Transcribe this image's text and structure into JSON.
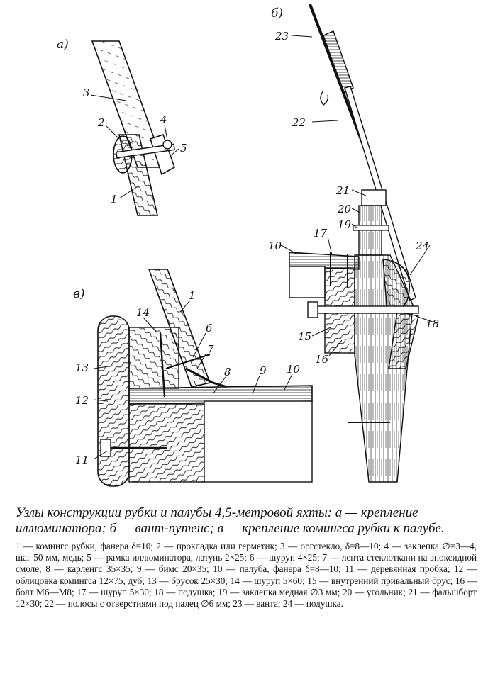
{
  "figure": {
    "section_labels": {
      "a": "а)",
      "b": "б)",
      "v": "в)"
    },
    "part_numbers": {
      "a": [
        "1",
        "2",
        "3",
        "4",
        "5"
      ],
      "b": [
        "10",
        "15",
        "16",
        "17",
        "18",
        "19",
        "20",
        "21",
        "22",
        "23",
        "24"
      ],
      "v": [
        "1",
        "6",
        "7",
        "8",
        "9",
        "10",
        "11",
        "12",
        "13",
        "14"
      ]
    }
  },
  "caption": {
    "title": "Узлы конструкции рубки и палубы 4,5-метровой яхты: а — крепление иллюминатора; б — вант-путенс; в — крепление комингса рубки к палубе.",
    "legend": "1 — комингс рубки, фанера δ=10; 2 — прокладка или герметик; 3 — оргстекло, δ=8—10; 4 — заклепка ∅=3—4, шаг 50 мм, медь; 5 — рамка иллюминатора, латунь 2×25; 6 — шуруп 4×25; 7 — лента стеклоткани на эпоксидной смоле; 8 — карленгс 35×35; 9 — бимс 20×35; 10 — палуба, фанера δ=8—10; 11 — деревянная пробка; 12 — облицовка комингса 12×75, дуб; 13 — брусок 25×30; 14 — шуруп 5×60; 15 — внутренний привальный брус; 16 — болт М6—М8; 17 — шуруп 5×30; 18 — подушка; 19 — заклепка медная ∅3 мм; 20 — угольник; 21 — фальшборт 12×30; 22 — полосы с отверстиями под палец ∅6 мм; 23 — ванта; 24 — подушка."
  }
}
